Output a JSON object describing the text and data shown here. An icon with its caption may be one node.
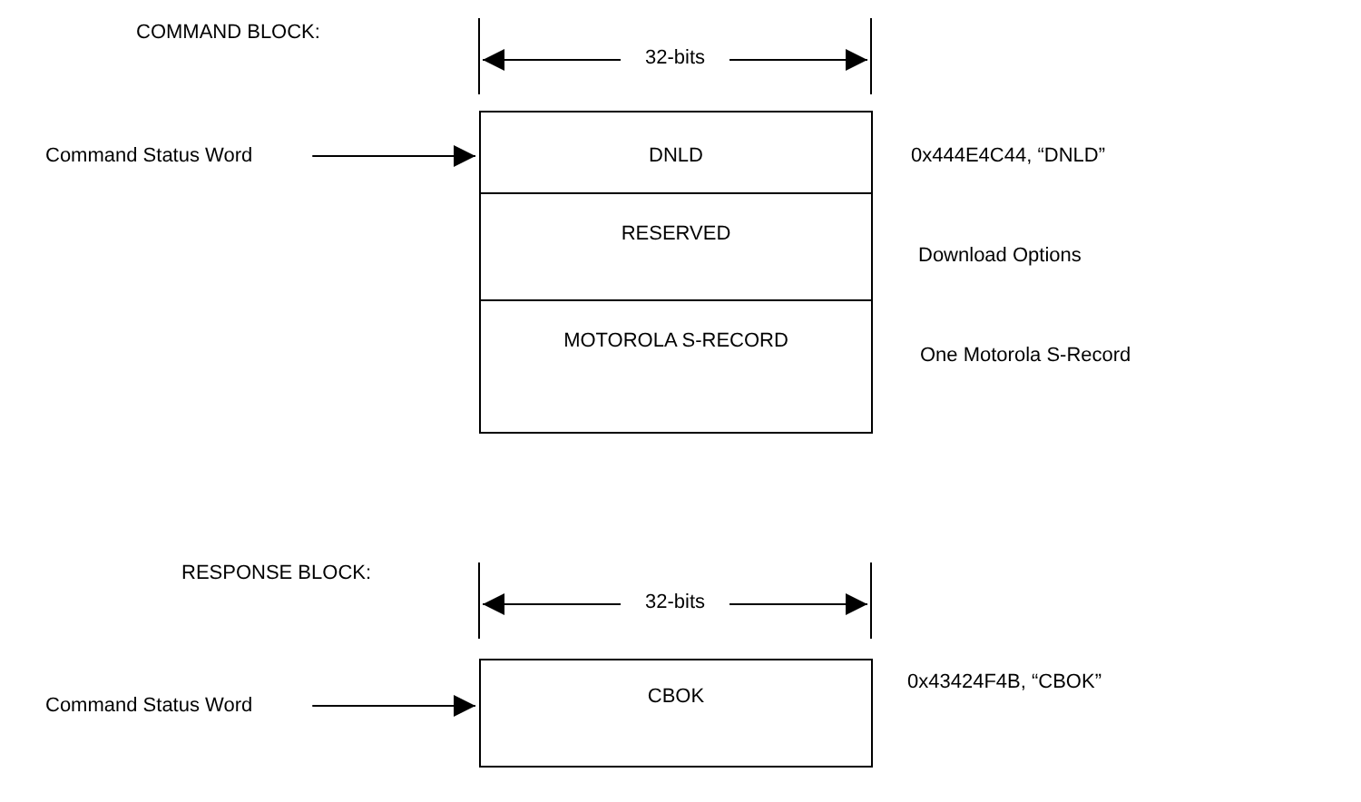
{
  "diagram": {
    "nodes": [
      {
        "text": [
          "Command Status Word"
        ]
      },
      {
        "text": [
          "DNLD"
        ],
        "beside": [
          "0x444E4C44, “DNLD”"
        ]
      },
      {
        "text": [
          "RESERVED"
        ],
        "beside": [
          "Download Options"
        ]
      },
      {
        "text": [
          "MOTOROLA S-RECORD"
        ],
        "beside": [
          "One Motorola S-Record"
        ]
      },
      {
        "text": [
          "Command Status Word"
        ]
      },
      {
        "text": [
          "CBOK"
        ],
        "beside": [
          "0x43424F4B, “CBOK”"
        ]
      }
    ],
    "edges": [
      {
        "from": 0,
        "to": 1,
        "arrow": "to"
      },
      {
        "from": 4,
        "to": 5,
        "arrow": "to"
      }
    ],
    "labels": [
      "COMMAND BLOCK:",
      "32-bits",
      "RESPONSE BLOCK:",
      "32-bits"
    ]
  }
}
